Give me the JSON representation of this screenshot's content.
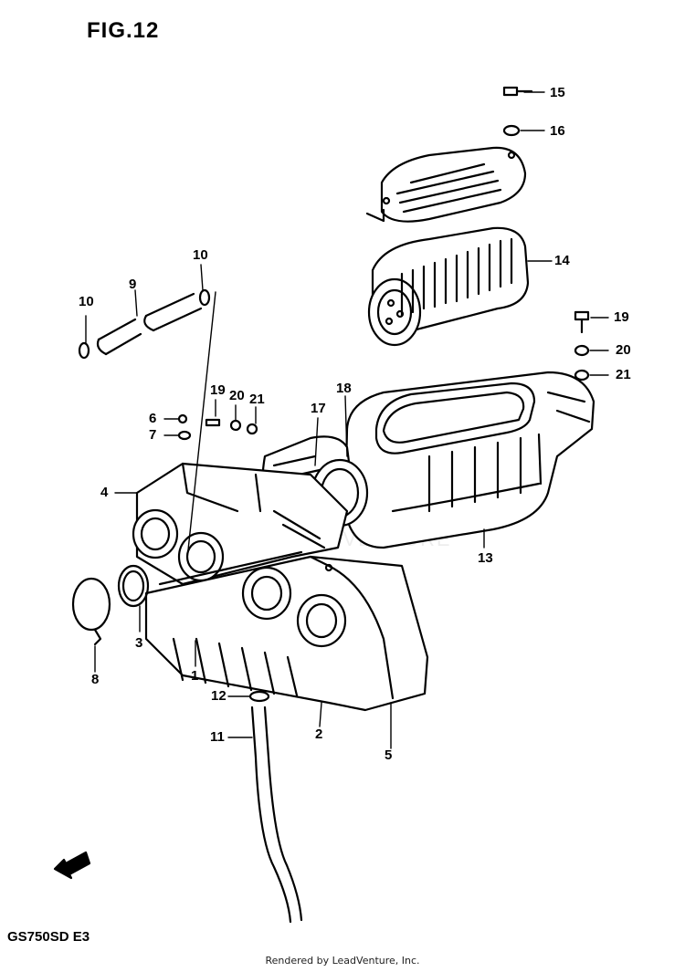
{
  "figure": {
    "title": "FIG.12",
    "model_code": "GS750SD  E3",
    "footer": "Rendered by LeadVenture, Inc.",
    "watermark": "LEADVENTURE"
  },
  "callouts": {
    "c1": "1",
    "c2": "2",
    "c3": "3",
    "c4": "4",
    "c5": "5",
    "c6": "6",
    "c7": "7",
    "c8": "8",
    "c9": "9",
    "c10a": "10",
    "c10b": "10",
    "c11": "11",
    "c12": "12",
    "c13": "13",
    "c14": "14",
    "c15": "15",
    "c16": "16",
    "c17": "17",
    "c18": "18",
    "c19a": "19",
    "c19b": "19",
    "c20a": "20",
    "c20b": "20",
    "c21a": "21",
    "c21b": "21"
  },
  "colors": {
    "ink": "#000000",
    "paper": "#ffffff"
  },
  "icons": {
    "front_arrow": "front-direction-arrow-icon"
  }
}
